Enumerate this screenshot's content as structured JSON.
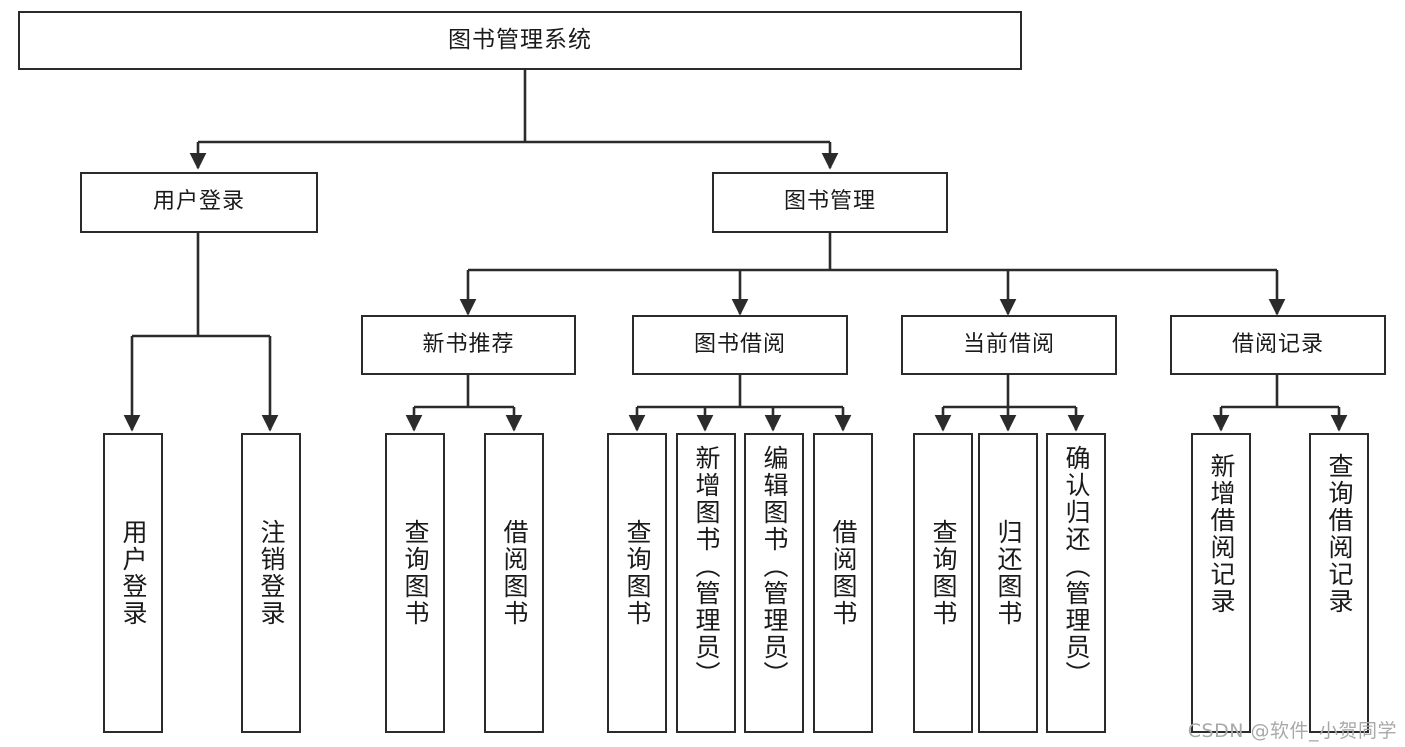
{
  "diagram": {
    "type": "tree-hierarchy",
    "title": "图书管理系统",
    "stroke_color": "#2b2b2b",
    "fill_color": "#ffffff",
    "text_color": "#1a1a1a",
    "watermark": "CSDN @软件_小贺同学"
  },
  "nodes": {
    "root": {
      "label": "图书管理系统"
    },
    "level1": [
      {
        "label": "用户登录"
      },
      {
        "label": "图书管理"
      }
    ],
    "level2": [
      {
        "label": "新书推荐"
      },
      {
        "label": "图书借阅"
      },
      {
        "label": "当前借阅"
      },
      {
        "label": "借阅记录"
      }
    ],
    "leaves": {
      "user_login": [
        {
          "label": "用户登录"
        },
        {
          "label": "注销登录"
        }
      ],
      "new_book": [
        {
          "label": "查询图书"
        },
        {
          "label": "借阅图书"
        }
      ],
      "book_borrow": [
        {
          "label": "查询图书"
        },
        {
          "label": "新增图书（管理员）"
        },
        {
          "label": "编辑图书（管理员）"
        },
        {
          "label": "借阅图书"
        }
      ],
      "current_borrow": [
        {
          "label": "查询图书"
        },
        {
          "label": "归还图书"
        },
        {
          "label": "确认归还（管理员）"
        }
      ],
      "borrow_record": [
        {
          "label": "新增借阅记录"
        },
        {
          "label": "查询借阅记录"
        }
      ]
    }
  }
}
